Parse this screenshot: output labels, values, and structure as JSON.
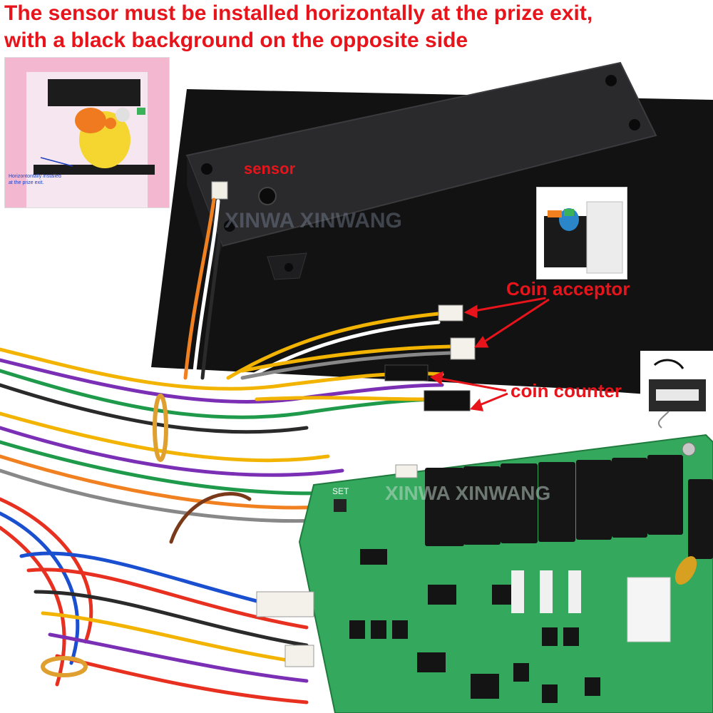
{
  "headline": {
    "line1": "The sensor must be installed horizontally at the prize exit,",
    "line2": "with a black background on the opposite side"
  },
  "inset": {
    "note_line1": "Horizontontally installed",
    "note_line2": "at the prize exit."
  },
  "labels": {
    "sensor": "sensor",
    "coin_acceptor": "Coin acceptor",
    "coin_counter": "coin counter",
    "set": "SET"
  },
  "watermark": {
    "top": "XINWA XINWANG",
    "board": "XINWA XINWANG"
  },
  "colors": {
    "headline": "#e8141b",
    "pcb": "#2fa35a",
    "felt": "#141414",
    "arrow": "#e8141b"
  }
}
